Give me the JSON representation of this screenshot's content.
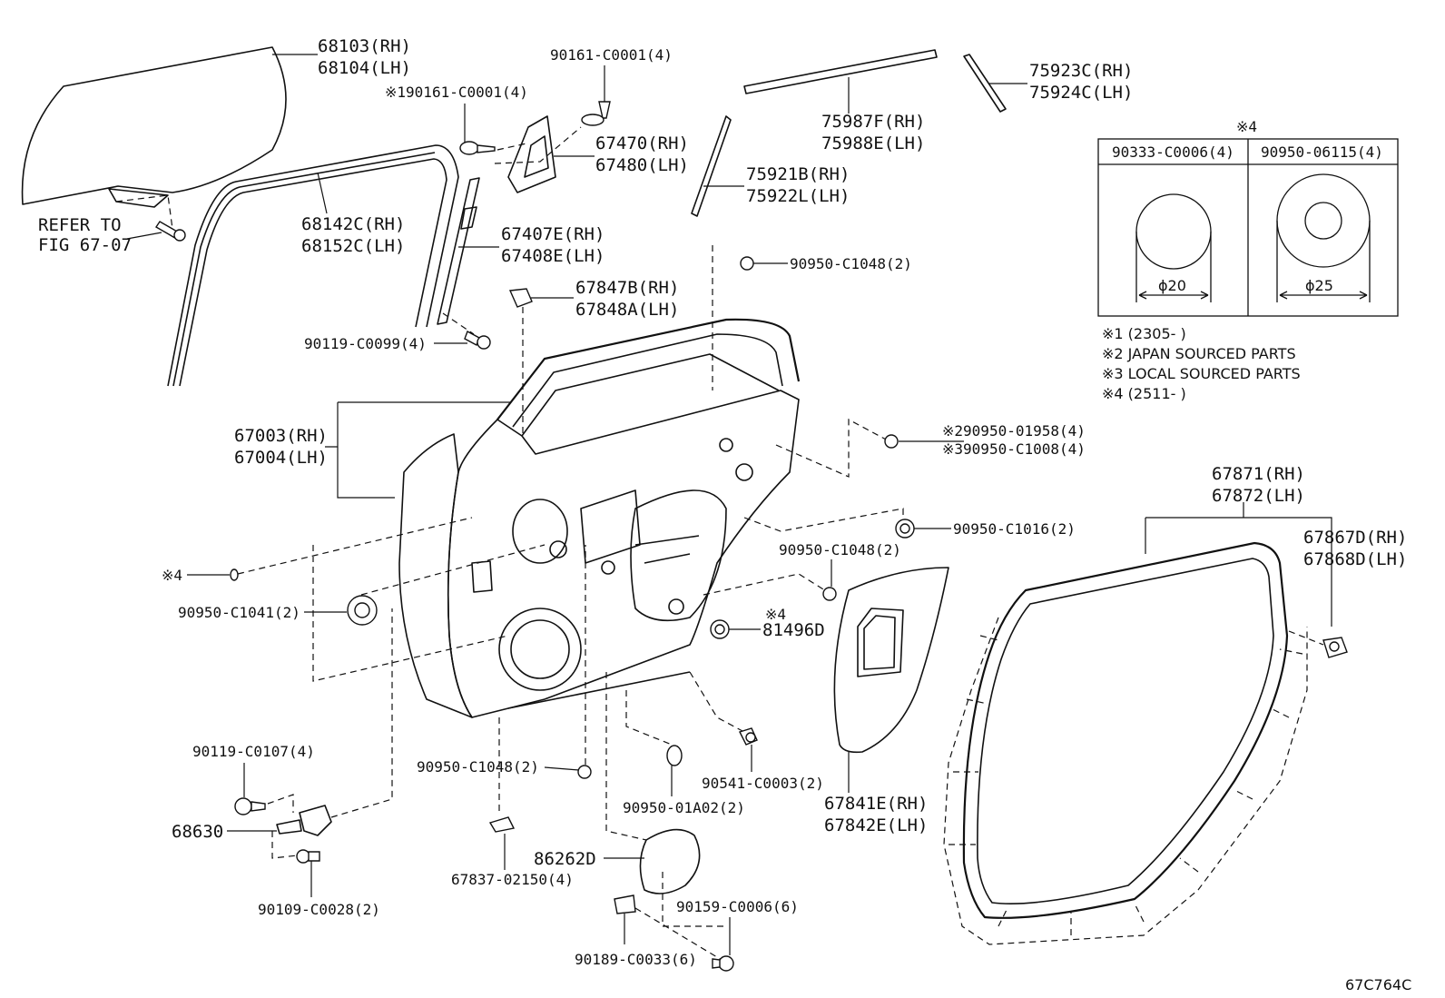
{
  "diagram_code": "67C764C",
  "labels": {
    "p68103": "68103(RH)",
    "p68104": "68104(LH)",
    "refer1": "REFER TO",
    "refer2": "FIG 67-07",
    "p90161a": "90161-C0001(4)",
    "p90161b": "※190161-C0001(4)",
    "p67470": "67470(RH)",
    "p67480": "67480(LH)",
    "p75987": "75987F(RH)",
    "p75988": "75988E(LH)",
    "p75923": "75923C(RH)",
    "p75924": "75924C(LH)",
    "p75921": "75921B(RH)",
    "p75922": "75922L(LH)",
    "p68142": "68142C(RH)",
    "p68152": "68152C(LH)",
    "p67407": "67407E(RH)",
    "p67408": "67408E(LH)",
    "p90950c1048a": "90950-C1048(2)",
    "p67847": "67847B(RH)",
    "p67848": "67848A(LH)",
    "p90119c0099": "90119-C0099(4)",
    "p67003": "67003(RH)",
    "p67004": "67004(LH)",
    "p90950_01958": "※290950-01958(4)",
    "p90950c1008": "※390950-C1008(4)",
    "p90950c1016": "90950-C1016(2)",
    "p90950c1048b": "90950-C1048(2)",
    "mark4a": "※4",
    "mark4b": "※4",
    "p81496": "81496D",
    "p90950c1041": "90950-C1041(2)",
    "p90119c0107": "90119-C0107(4)",
    "p68630": "68630",
    "p90109": "90109-C0028(2)",
    "p90950c1048c": "90950-C1048(2)",
    "p67837": "67837-02150(4)",
    "p90950_01a02": "90950-01A02(2)",
    "p90541": "90541-C0003(2)",
    "p67841": "67841E(RH)",
    "p67842": "67842E(LH)",
    "p86262": "86262D",
    "p90159": "90159-C0006(6)",
    "p90189": "90189-C0033(6)",
    "p67871": "67871(RH)",
    "p67872": "67872(LH)",
    "p67867": "67867D(RH)",
    "p67868": "67868D(LH)"
  },
  "table": {
    "mark": "※4",
    "col1": "90333-C0006(4)",
    "col2": "90950-06115(4)",
    "dim1": "ϕ20",
    "dim2": "ϕ25"
  },
  "notes": [
    "※1 (2305-      )",
    "※2 JAPAN SOURCED PARTS",
    "※3 LOCAL SOURCED PARTS",
    "※4 (2511-      )"
  ]
}
